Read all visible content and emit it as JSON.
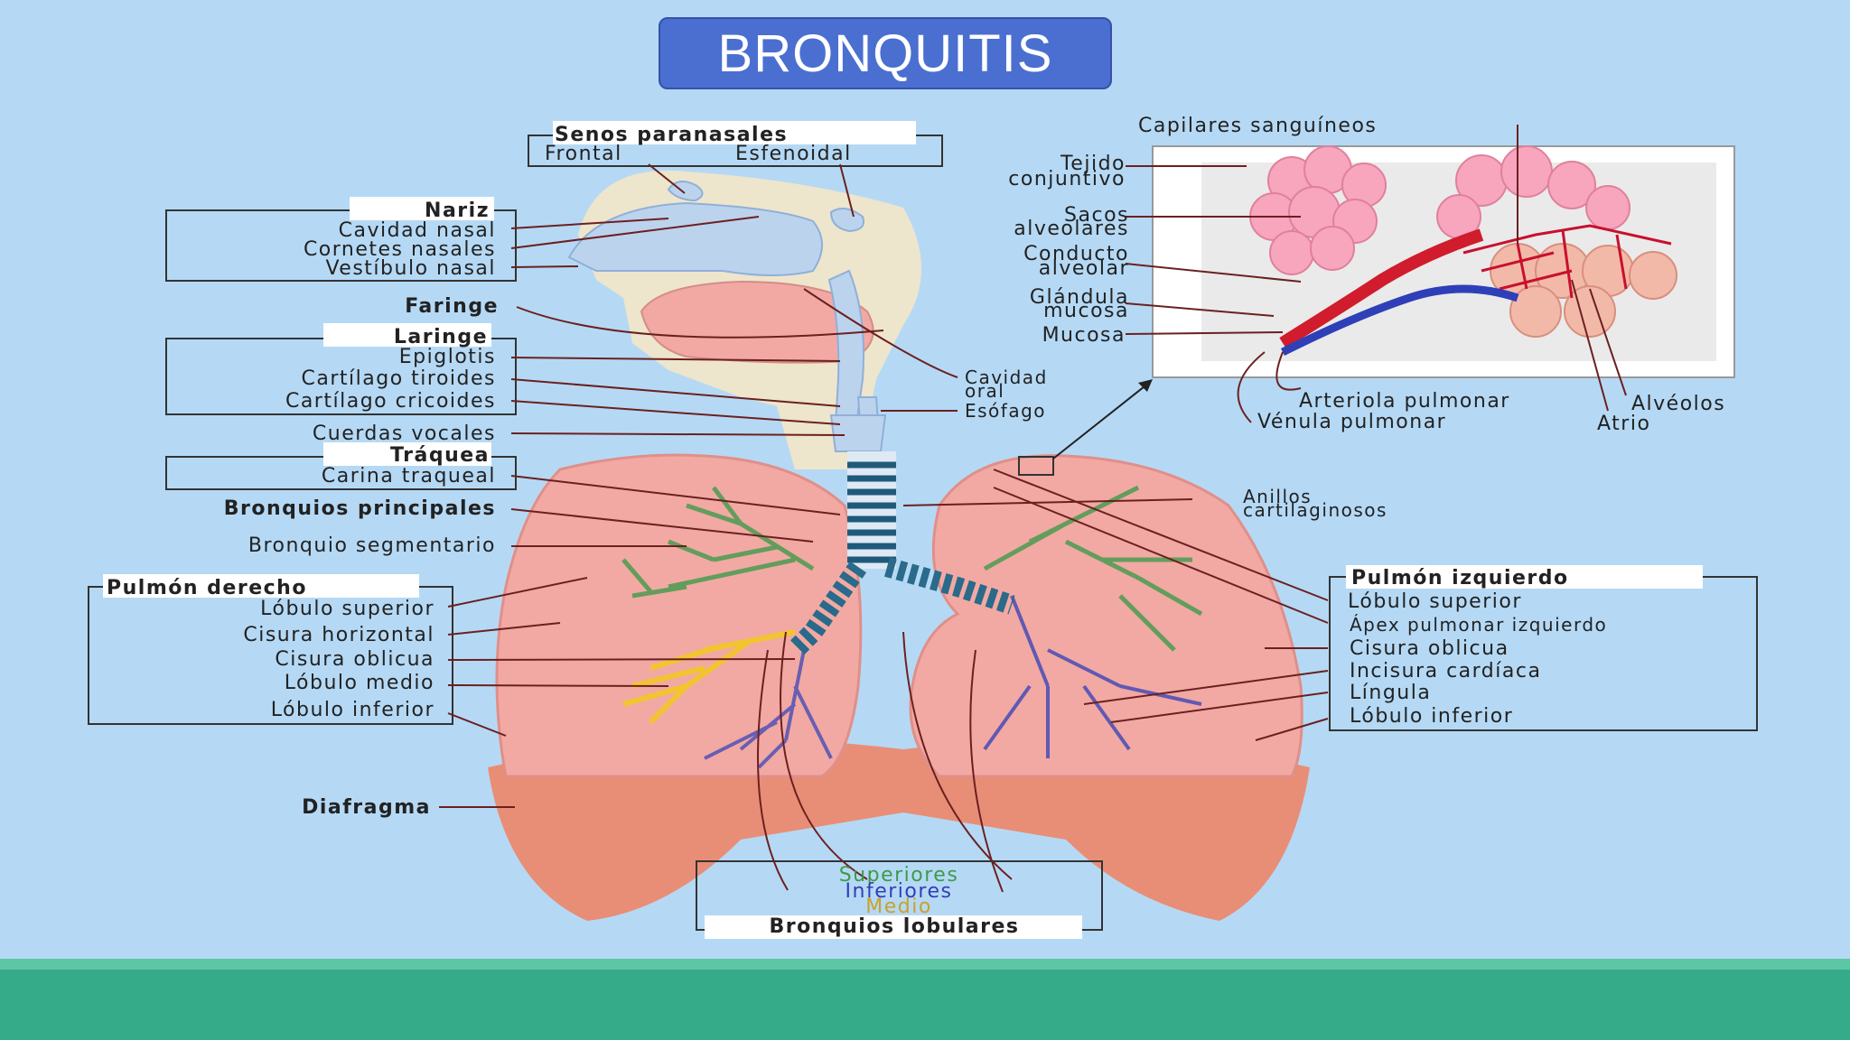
{
  "title": "BRONQUITIS",
  "colors": {
    "background": "#b5d9f5",
    "title_fill": "#4a6fd0",
    "footer": "#35ab8a",
    "footer_strip": "#5dc6a5",
    "lung": "#f2a9a3",
    "diaphragm": "#ec8a6f",
    "airway": "#bcd3ee",
    "trachea_stripes": "#1f5a7a",
    "bronchi_superior": "#3f9a4a",
    "bronchi_inferior": "#2f3fb8",
    "bronchi_medio": "#f1c62a"
  },
  "labels": {
    "senos_paranasales": "Senos paranasales",
    "frontal": "Frontal",
    "esfenoidal": "Esfenoidal",
    "nariz": "Nariz",
    "cavidad_nasal": "Cavidad nasal",
    "cornetes_nasales": "Cornetes nasales",
    "vestibulo_nasal": "Vestíbulo nasal",
    "faringe": "Faringe",
    "laringe": "Laringe",
    "epiglotis": "Epiglotis",
    "cartilago_tiroides": "Cartílago tiroides",
    "cartilago_cricoides": "Cartílago cricoides",
    "cuerdas_vocales": "Cuerdas vocales",
    "traquea": "Tráquea",
    "carina_traqueal": "Carina traqueal",
    "bronquios_principales": "Bronquios principales",
    "bronquio_segmentario": "Bronquio segmentario",
    "pulmon_derecho": "Pulmón derecho",
    "lobulo_superior_d": "Lóbulo superior",
    "cisura_horizontal": "Cisura horizontal",
    "cisura_oblicua_d": "Cisura oblicua",
    "lobulo_medio": "Lóbulo medio",
    "lobulo_inferior_d": "Lóbulo inferior",
    "diafragma": "Diafragma",
    "superiores": "Superiores",
    "inferiores": "Inferiores",
    "medio": "Medio",
    "bronquios_lobulares": "Bronquios lobulares",
    "capilares_sanguineos": "Capilares sanguíneos",
    "tejido": "Tejido",
    "conjuntivo": "conjuntivo",
    "sacos": "Sacos",
    "alveolares": "alveolares",
    "conducto": "Conducto",
    "alveolar": "alveolar",
    "glandula": "Glándula",
    "mucosa_g": "mucosa",
    "mucosa": "Mucosa",
    "cavidad": "Cavidad",
    "oral": "oral",
    "esofago": "Esófago",
    "arteriola_pulmonar": "Arteriola pulmonar",
    "venula_pulmonar": "Vénula pulmonar",
    "alveolos": "Alvéolos",
    "atrio": "Atrio",
    "anillos": "Anillos",
    "cartilaginosos": "cartilaginosos",
    "pulmon_izquierdo": "Pulmón izquierdo",
    "lobulo_superior_i": "Lóbulo superior",
    "apex_pulmonar": "Ápex pulmonar izquierdo",
    "cisura_oblicua_i": "Cisura oblicua",
    "incisura_cardiaca": "Incisura cardíaca",
    "lingula": "Língula",
    "lobulo_inferior_i": "Lóbulo inferior"
  }
}
